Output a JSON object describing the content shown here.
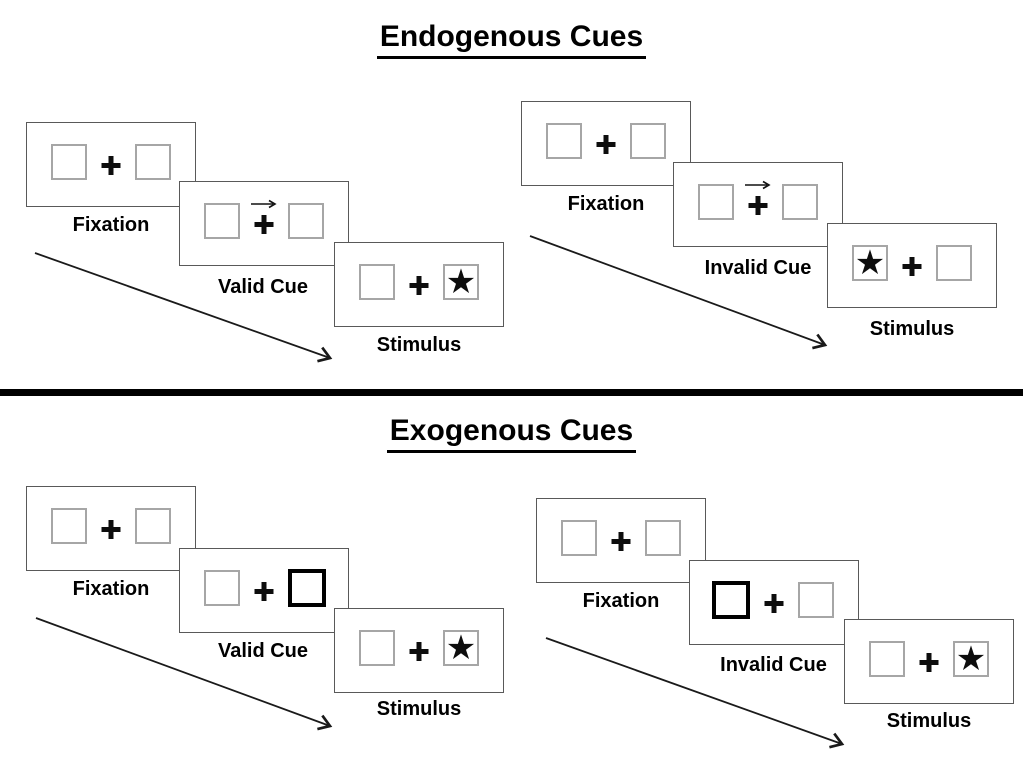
{
  "sections": [
    {
      "title": "Endogenous Cues",
      "panels": [
        {
          "name": "valid-trial",
          "cards": [
            {
              "label": "Fixation",
              "type": "fixation"
            },
            {
              "label": "Valid Cue",
              "type": "central-arrow-cue",
              "cue_direction": "right"
            },
            {
              "label": "Stimulus",
              "type": "stimulus",
              "star_side": "right"
            }
          ]
        },
        {
          "name": "invalid-trial",
          "cards": [
            {
              "label": "Fixation",
              "type": "fixation"
            },
            {
              "label": "Invalid Cue",
              "type": "central-arrow-cue",
              "cue_direction": "right"
            },
            {
              "label": "Stimulus",
              "type": "stimulus",
              "star_side": "left"
            }
          ]
        }
      ]
    },
    {
      "title": "Exogenous Cues",
      "panels": [
        {
          "name": "valid-trial",
          "cards": [
            {
              "label": "Fixation",
              "type": "fixation"
            },
            {
              "label": "Valid Cue",
              "type": "peripheral-box-cue",
              "highlight_side": "right"
            },
            {
              "label": "Stimulus",
              "type": "stimulus",
              "star_side": "right"
            }
          ]
        },
        {
          "name": "invalid-trial",
          "cards": [
            {
              "label": "Fixation",
              "type": "fixation"
            },
            {
              "label": "Invalid Cue",
              "type": "peripheral-box-cue",
              "highlight_side": "left"
            },
            {
              "label": "Stimulus",
              "type": "stimulus",
              "star_side": "right"
            }
          ]
        }
      ]
    }
  ],
  "glyphs": {
    "star": "★"
  },
  "colors": {
    "card_border": "#595959",
    "box_border": "#a6a6a6",
    "highlight_border": "#000000",
    "cross": "#0d0d0d",
    "arrow": "#1a1a1a",
    "divider": "#000000",
    "text": "#000000",
    "background": "#ffffff"
  }
}
